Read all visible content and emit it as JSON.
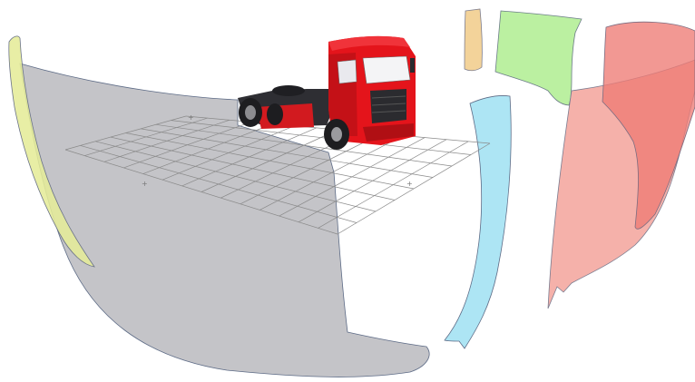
{
  "figure": {
    "subject": "truck-tractor-model",
    "colors": {
      "background": "#ffffff",
      "cab_red": "#e4141b",
      "cab_dark_red": "#b00f14",
      "chassis_dark": "#2e2e33",
      "grid_line": "#8a8a8a",
      "surface_gray": "#bfbfc3",
      "surface_yellow": "#e8ee9c",
      "surface_orange": "#f3d39a",
      "surface_green": "#b7ef9c",
      "surface_blue": "#a9e4f3",
      "surface_salmon": "#f4aaa3",
      "surface_red": "#ee7b74",
      "surface_edge": "#5d6b86"
    },
    "grid": {
      "columns": 14,
      "rows": 8
    },
    "surfaces": [
      {
        "name": "gray-projection-surface",
        "color_key": "surface_gray"
      },
      {
        "name": "yellow-projection-surface",
        "color_key": "surface_yellow"
      },
      {
        "name": "orange-projection-surface",
        "color_key": "surface_orange"
      },
      {
        "name": "green-projection-surface",
        "color_key": "surface_green"
      },
      {
        "name": "blue-projection-surface",
        "color_key": "surface_blue"
      },
      {
        "name": "salmon-projection-surface",
        "color_key": "surface_salmon"
      },
      {
        "name": "red-projection-surface",
        "color_key": "surface_red"
      }
    ]
  }
}
